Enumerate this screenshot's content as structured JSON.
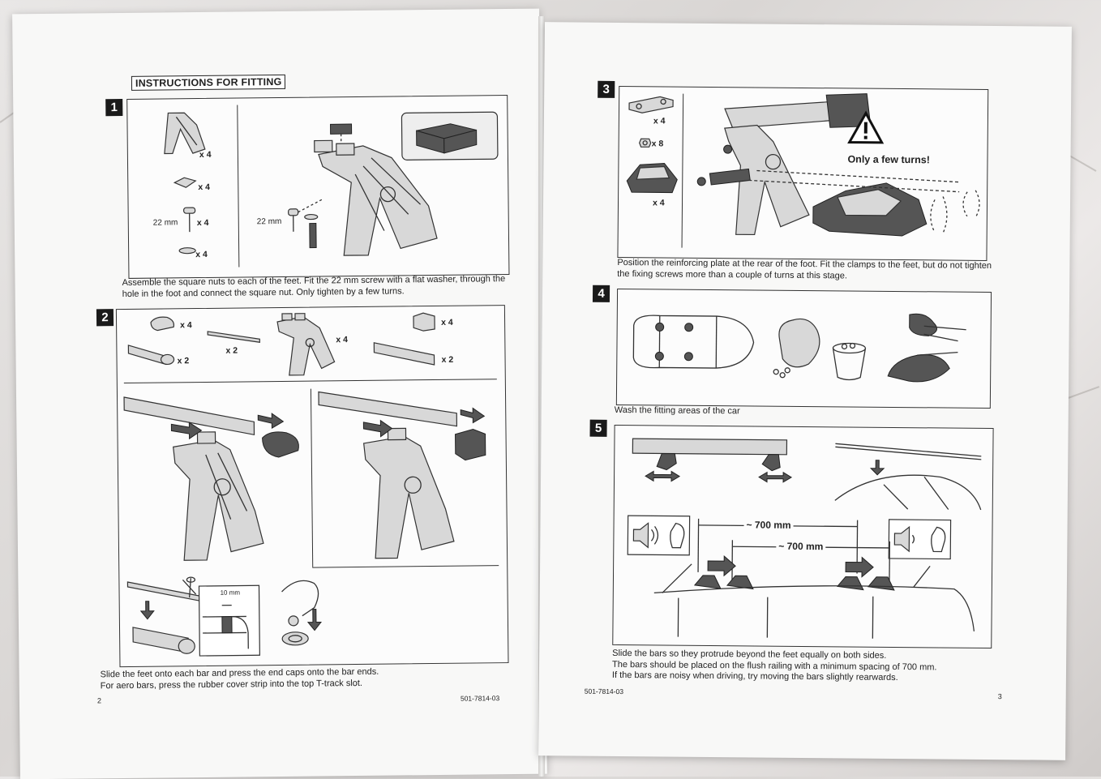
{
  "left_page": {
    "title": "INSTRUCTIONS FOR FITTING",
    "page_number": "2",
    "doc_number": "501-7814-03",
    "step1": {
      "number": "1",
      "qty_feet": "x 4",
      "qty_nuts": "x 4",
      "screw_size": "22 mm",
      "qty_screws": "x 4",
      "qty_washers": "x 4",
      "screw_size_main": "22 mm",
      "caption_line1": "Assemble the square nuts to each of the feet. Fit the 22 mm screw with a flat washer, through the",
      "caption_line2": "hole in the foot and connect the square nut. Only tighten by a few turns."
    },
    "step2": {
      "number": "2",
      "qty_caps": "x 4",
      "qty_bars_round": "x 2",
      "qty_strip": "x 2",
      "qty_feet": "x 4",
      "qty_caps_sq": "x 4",
      "qty_bars_sq": "x 2",
      "cut_size": "10 mm",
      "caption_line1": "Slide the feet onto each bar and press the end caps onto the bar ends.",
      "caption_line2": "For aero bars, press the rubber cover strip into the top T-track slot."
    }
  },
  "right_page": {
    "page_number": "3",
    "doc_number": "501-7814-03",
    "step3": {
      "number": "3",
      "qty_plates": "x 4",
      "qty_nuts": "x 8",
      "qty_clamps": "x 4",
      "warning": "Only a few turns!",
      "caption_line1": "Position the reinforcing plate at the rear of the foot. Fit the clamps to the feet, but do not tighten",
      "caption_line2": "the fixing screws more than a couple of turns at this stage."
    },
    "step4": {
      "number": "4",
      "caption": "Wash the fitting areas of the car"
    },
    "step5": {
      "number": "5",
      "dist1": "~ 700 mm",
      "dist2": "~ 700 mm",
      "caption_line1": "Slide the bars so they protrude beyond the feet equally on both sides.",
      "caption_line2": "The bars should be placed on the flush railing with a minimum spacing of 700 mm.",
      "caption_line3": "If the bars are noisy when driving, try moving the bars slightly rearwards."
    }
  }
}
